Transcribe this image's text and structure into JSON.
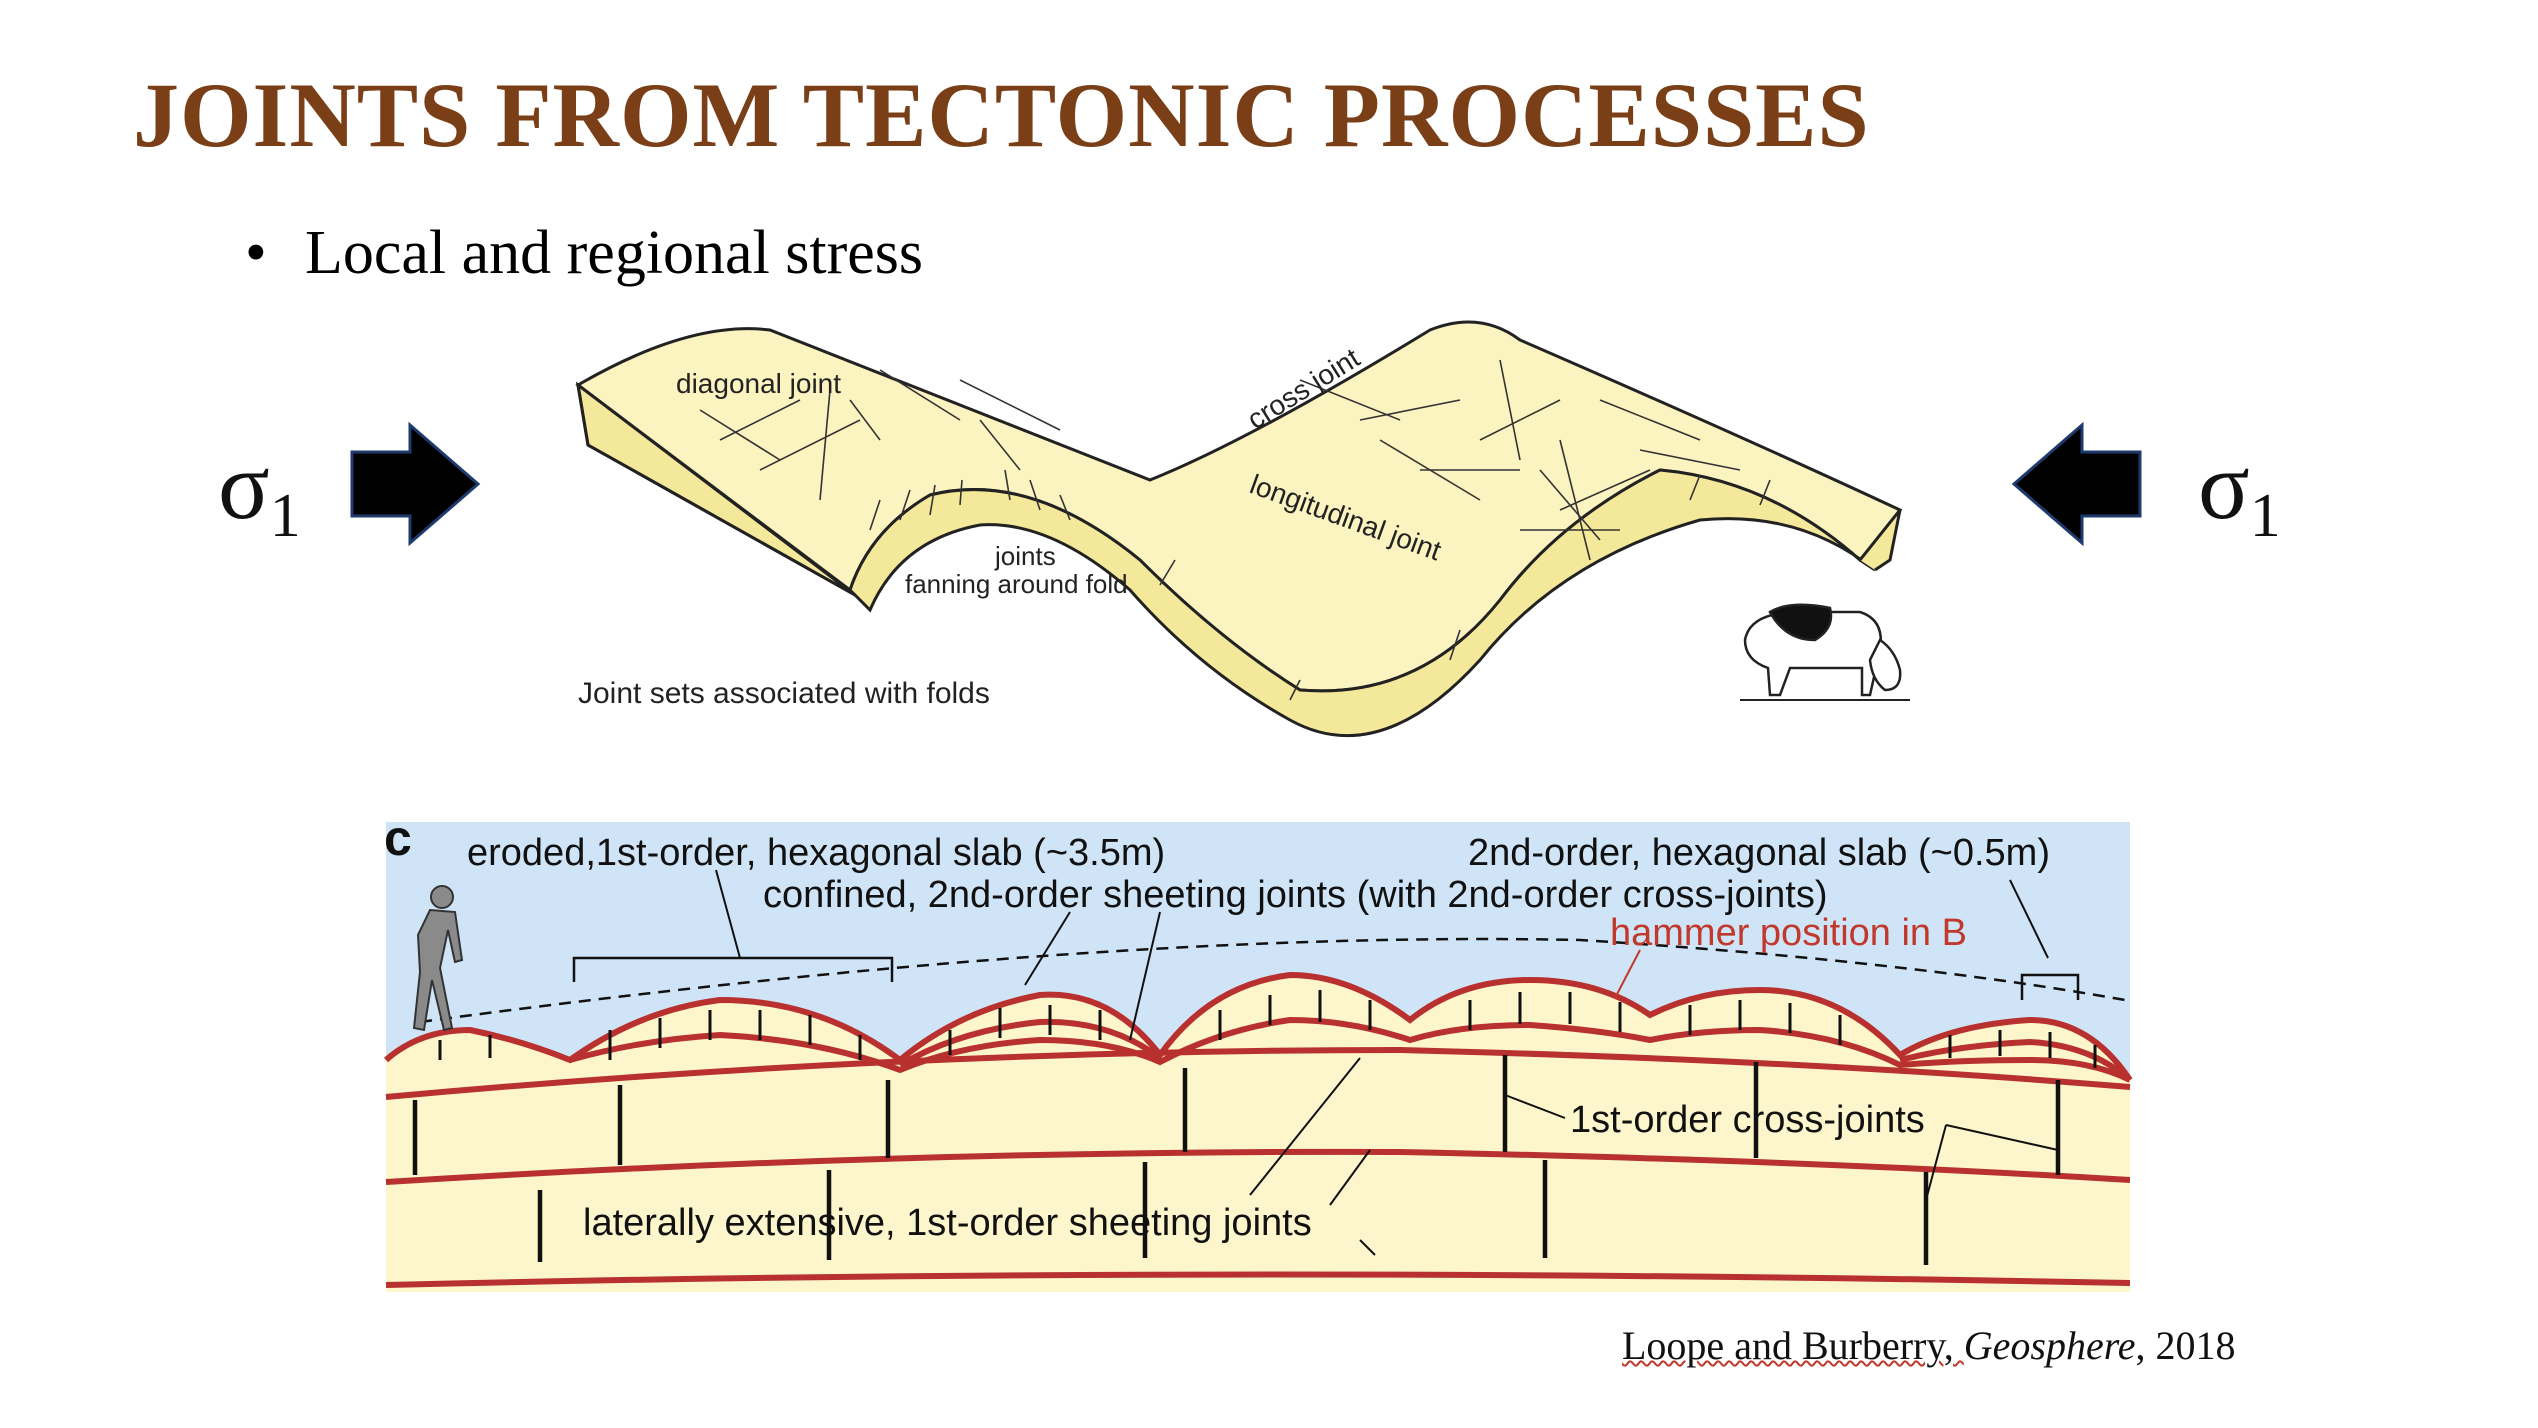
{
  "slide": {
    "title": "JOINTS FROM TECTONIC PROCESSES",
    "bullet": "Local and regional stress",
    "sigma_symbol": "σ",
    "sigma_subscript": "1"
  },
  "fold_diagram": {
    "label_diagonal": "diagonal joint",
    "label_cross": "cross joint",
    "label_longitudinal": "longitudinal joint",
    "label_joints_line1": "joints",
    "label_joints_line2": "fanning around fold",
    "caption": "Joint sets associated with folds"
  },
  "sheeting_diagram": {
    "panel_letter": "c",
    "label_first_order_slab": "eroded,1st-order, hexagonal slab (~3.5m)",
    "label_second_order_slab": "2nd-order, hexagonal slab (~0.5m)",
    "label_confined": "confined, 2nd-order sheeting joints (with 2nd-order cross-joints)",
    "label_hammer": "hammer position in B",
    "label_cross_joints": "1st-order cross-joints",
    "label_extensive": "laterally extensive, 1st-order sheeting joints"
  },
  "citation": {
    "authors": "Loope and Burberry, ",
    "journal": "Geosphere",
    "year": ", 2018"
  },
  "colors": {
    "title": "#7a3f17",
    "rock_fill": "#fdf6cc",
    "fold_top": "#fbf3c0",
    "fold_side": "#f4e89a",
    "sky": "#cfe4f7",
    "joint_red": "#b8312f",
    "hammer_text": "#c0392b"
  }
}
